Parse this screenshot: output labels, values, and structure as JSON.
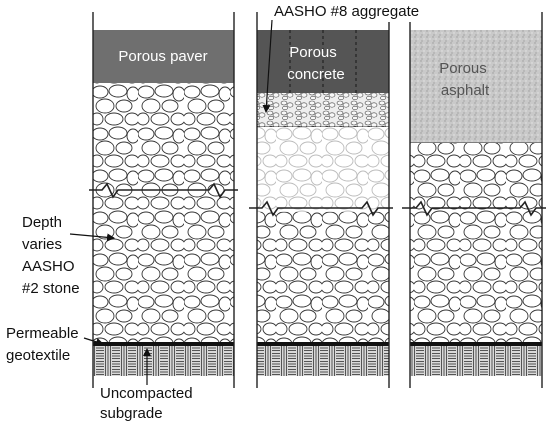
{
  "columns": {
    "paver": {
      "surface_label": "Porous paver",
      "surface_color": "#6f6f6f"
    },
    "concrete": {
      "surface_label_1": "Porous",
      "surface_label_2": "concrete",
      "surface_color": "#555555"
    },
    "asphalt": {
      "surface_label_1": "Porous",
      "surface_label_2": "asphalt",
      "surface_color": "#c8c8c8"
    }
  },
  "callouts": {
    "aggregate": "AASHO #8 aggregate",
    "depth_1": "Depth",
    "depth_2": "varies",
    "stone_1": "AASHO",
    "stone_2": "#2 stone",
    "geotextile_1": "Permeable",
    "geotextile_2": "geotextile",
    "subgrade_1": "Uncompacted",
    "subgrade_2": "subgrade"
  },
  "colors": {
    "outline": "#222222",
    "stone_fill": "#ffffff",
    "geotextile": "#111111",
    "subgrade_bg": "#d9d9d9"
  }
}
